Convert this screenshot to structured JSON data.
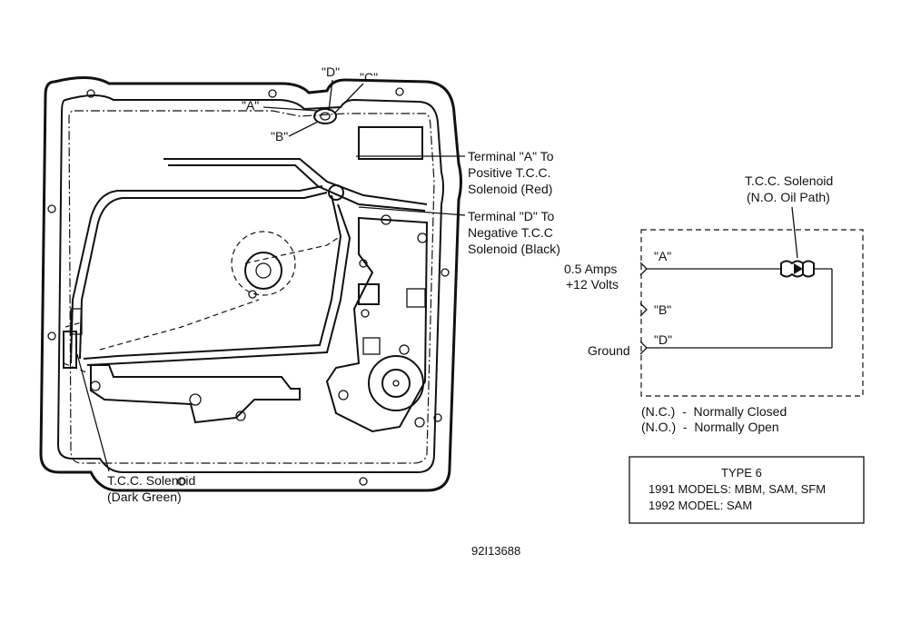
{
  "pan_labels": {
    "terminal_d": "\"D\"",
    "terminal_c": "\"C\"",
    "terminal_a": "\"A\"",
    "terminal_b": "\"B\"",
    "term_a_line1": "Terminal \"A\" To",
    "term_a_line2": "Positive T.C.C.",
    "term_a_line3": "Solenoid (Red)",
    "term_d_line1": "Terminal \"D\" To",
    "term_d_line2": "Negative T.C.C",
    "term_d_line3": "Solenoid (Black)",
    "solenoid_line1": "T.C.C. Solenoid",
    "solenoid_line2": "(Dark Green)"
  },
  "schematic": {
    "title_line1": "T.C.C. Solenoid",
    "title_line2": "(N.O. Oil Path)",
    "input_a_label": "0.5 Amps",
    "input_v_label": "+12 Volts",
    "pin_a": "\"A\"",
    "pin_b": "\"B\"",
    "pin_d": "\"D\"",
    "ground_label": "Ground",
    "legend_nc": "(N.C.)  -  Normally Closed",
    "legend_no": "(N.O.)  -  Normally Open"
  },
  "type_box": {
    "line1": "TYPE 6",
    "line2": "1991 MODELS: MBM, SAM, SFM",
    "line3": "1992 MODEL: SAM"
  },
  "figure_id": "92I13688"
}
